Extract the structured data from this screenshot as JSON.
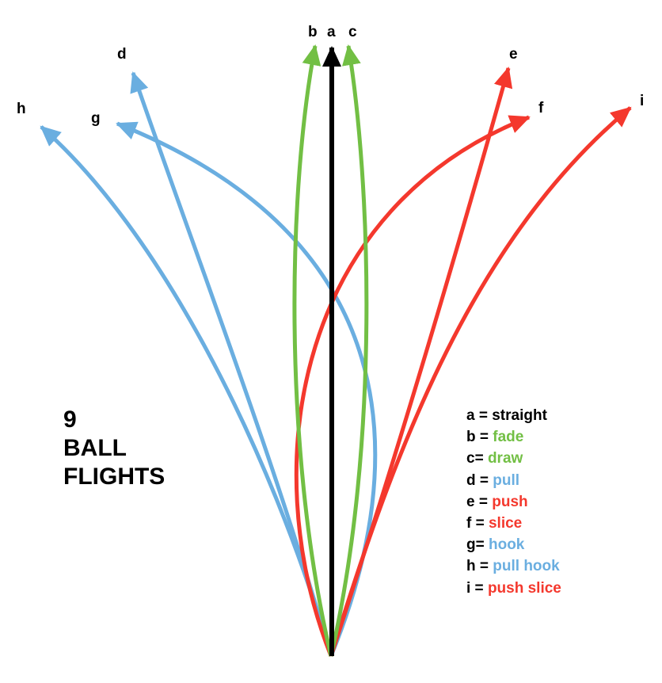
{
  "title": {
    "line1": "9",
    "line2": "BALL",
    "line3": "FLIGHTS"
  },
  "colors": {
    "straight": "#000000",
    "green": "#72bf44",
    "blue": "#6aaee0",
    "red": "#f4382d"
  },
  "flights": [
    {
      "id": "a",
      "name": "straight",
      "color": "#000000"
    },
    {
      "id": "b",
      "name": "fade",
      "color": "#72bf44"
    },
    {
      "id": "c",
      "name": "draw",
      "color": "#72bf44"
    },
    {
      "id": "d",
      "name": "pull",
      "color": "#6aaee0"
    },
    {
      "id": "e",
      "name": "push",
      "color": "#f4382d"
    },
    {
      "id": "f",
      "name": "slice",
      "color": "#f4382d"
    },
    {
      "id": "g",
      "name": "hook",
      "color": "#6aaee0"
    },
    {
      "id": "h",
      "name": "pull hook",
      "color": "#6aaee0"
    },
    {
      "id": "i",
      "name": "push slice",
      "color": "#f4382d"
    }
  ],
  "legend": [
    {
      "prefix": "a = ",
      "label": "straight",
      "color": "#000000"
    },
    {
      "prefix": "b = ",
      "label": "fade",
      "color": "#72bf44"
    },
    {
      "prefix": "c= ",
      "label": "draw",
      "color": "#72bf44"
    },
    {
      "prefix": "d = ",
      "label": "pull",
      "color": "#6aaee0"
    },
    {
      "prefix": "e = ",
      "label": "push",
      "color": "#f4382d"
    },
    {
      "prefix": "f = ",
      "label": "slice",
      "color": "#f4382d"
    },
    {
      "prefix": "g= ",
      "label": "hook",
      "color": "#6aaee0"
    },
    {
      "prefix": "h = ",
      "label": "pull hook",
      "color": "#6aaee0"
    },
    {
      "prefix": "i = ",
      "label": "push slice",
      "color": "#f4382d"
    }
  ]
}
